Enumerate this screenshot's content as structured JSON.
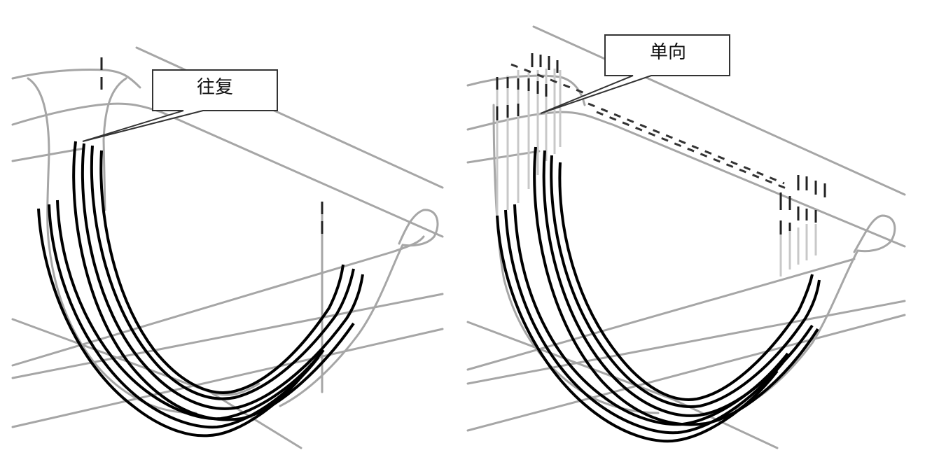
{
  "panels": [
    {
      "id": "left",
      "callout": "往复"
    },
    {
      "id": "right",
      "callout": "单向"
    }
  ],
  "colors": {
    "frame_line": "#a6a6a6",
    "toolpath": "#000000",
    "retract": "#c8c8c8",
    "callout_border": "#333333"
  }
}
